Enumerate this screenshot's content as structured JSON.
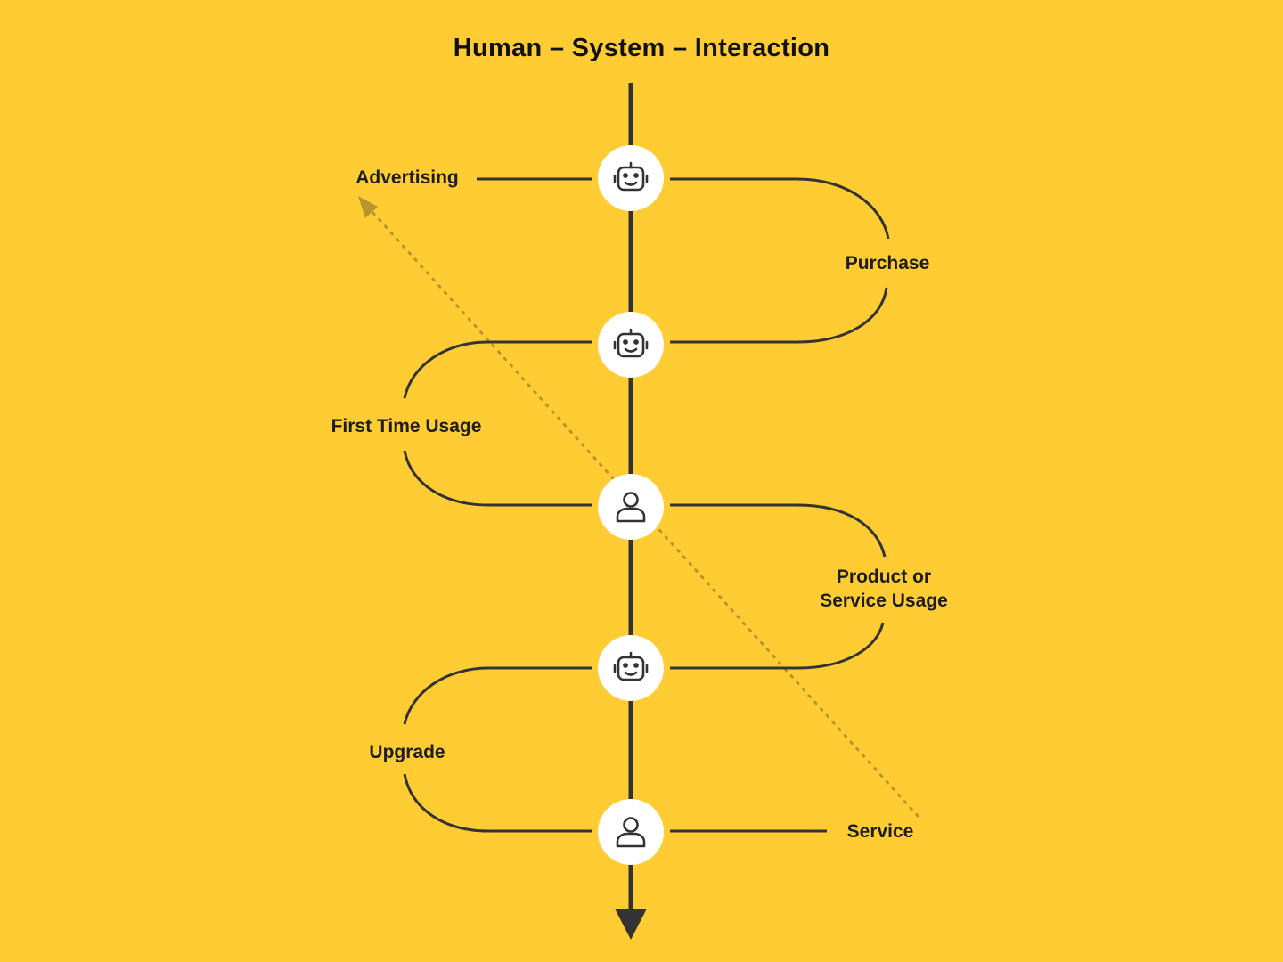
{
  "title": "Human – System – Interaction",
  "stages": [
    {
      "label": "Advertising"
    },
    {
      "label": "Purchase"
    },
    {
      "label": "First Time Usage"
    },
    {
      "label_lines": [
        "Product or",
        "Service Usage"
      ]
    },
    {
      "label": "Upgrade"
    },
    {
      "label": "Service"
    }
  ],
  "nodes": [
    {
      "actor": "robot",
      "icon": "robot-icon"
    },
    {
      "actor": "robot",
      "icon": "robot-icon"
    },
    {
      "actor": "person",
      "icon": "person-icon"
    },
    {
      "actor": "robot",
      "icon": "robot-icon"
    },
    {
      "actor": "person",
      "icon": "person-icon"
    }
  ],
  "colors": {
    "background": "#FFCC33",
    "line": "#333333",
    "node_fill": "#FFFFFF",
    "icon": "#333333",
    "dotted_arrow": "#B8952F"
  }
}
